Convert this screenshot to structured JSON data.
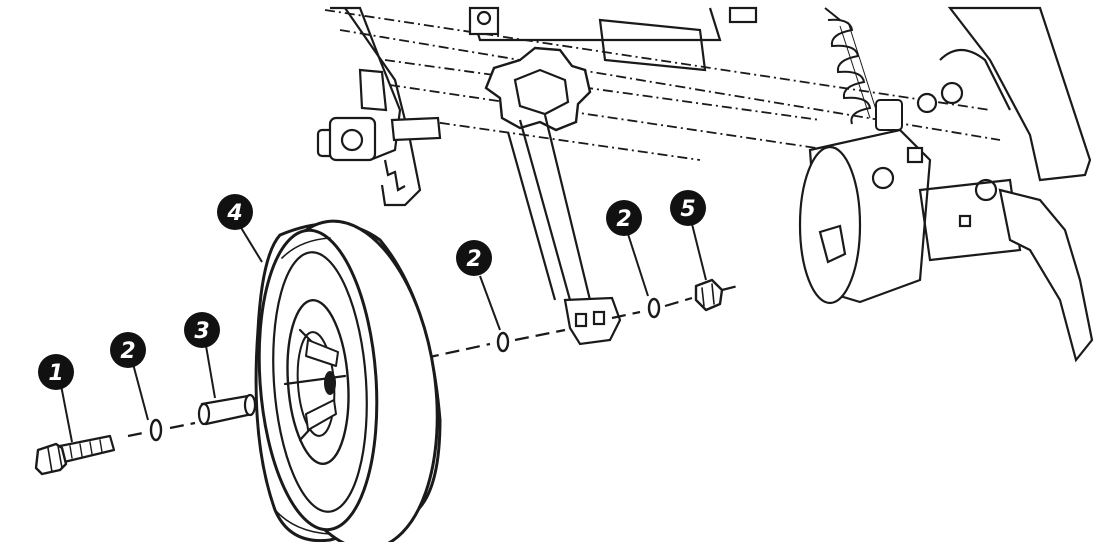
{
  "colors": {
    "ink": "#1a1a1a",
    "paper": "#ffffff",
    "callout_fill": "#111111"
  },
  "callouts": [
    {
      "id": "bolt",
      "label": "1"
    },
    {
      "id": "washer-a",
      "label": "2"
    },
    {
      "id": "spacer",
      "label": "3"
    },
    {
      "id": "wheel",
      "label": "4"
    },
    {
      "id": "washer-b",
      "label": "2"
    },
    {
      "id": "washer-c",
      "label": "2"
    },
    {
      "id": "nut",
      "label": "5"
    }
  ]
}
